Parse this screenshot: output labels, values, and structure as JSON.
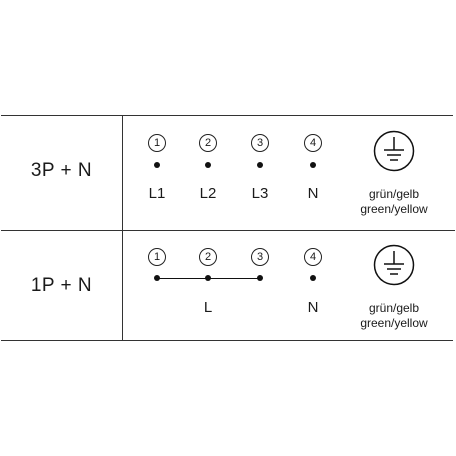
{
  "rows": [
    {
      "label": "3P + N",
      "numbers": [
        "1",
        "2",
        "3",
        "4"
      ],
      "terminals": [
        "L1",
        "L2",
        "L3",
        "N"
      ],
      "ground": {
        "icon": "ground-symbol-icon",
        "label_de": "grün/gelb",
        "label_en": "green/yellow"
      }
    },
    {
      "label": "1P + N",
      "numbers": [
        "1",
        "2",
        "3",
        "4"
      ],
      "terminals": [
        "L",
        "N"
      ],
      "bridged_terminals": [
        "1",
        "2",
        "3"
      ],
      "ground": {
        "icon": "ground-symbol-icon",
        "label_de": "grün/gelb",
        "label_en": "green/yellow"
      }
    }
  ]
}
